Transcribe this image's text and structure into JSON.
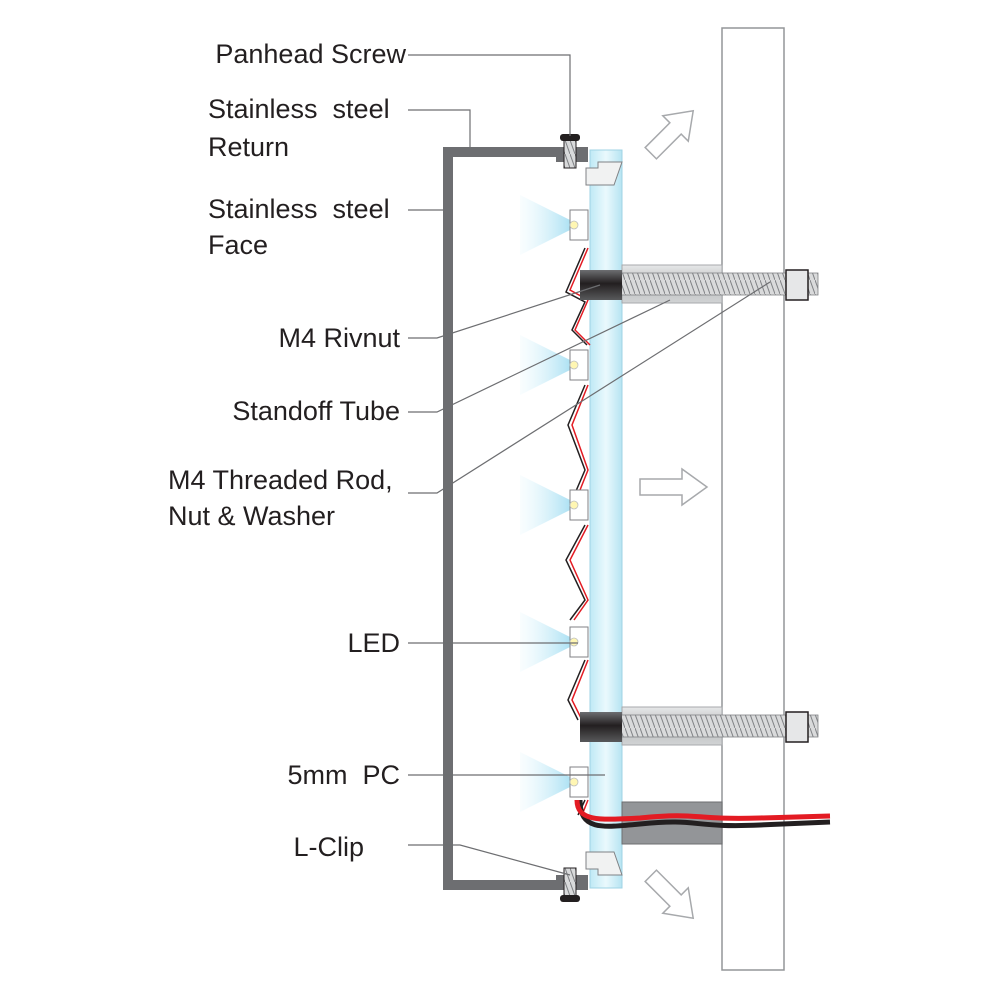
{
  "labels": {
    "panhead_screw": "Panhead Screw",
    "stainless_return_1": "Stainless  steel",
    "stainless_return_2": "Return",
    "stainless_face_1": "Stainless  steel",
    "stainless_face_2": "Face",
    "m4_rivnut": "M4 Rivnut",
    "standoff_tube": "Standoff Tube",
    "threaded_rod_1": "M4 Threaded Rod,",
    "threaded_rod_2": "Nut & Washer",
    "led": "LED",
    "pc": "5mm  PC",
    "l_clip": "L-Clip"
  },
  "colors": {
    "stainless": "#6d6e71",
    "wall": "#ffffff",
    "wall_stroke": "#939598",
    "pc_panel": "#cfeef7",
    "led_glow": "#9fdcf0",
    "wire_red": "#e31b23",
    "wire_black": "#231f20",
    "standoff": "#d1d3d4"
  },
  "icons": [
    "screw-icon",
    "led-icon",
    "arrow-icon",
    "wire-icon",
    "rivnut-icon"
  ]
}
